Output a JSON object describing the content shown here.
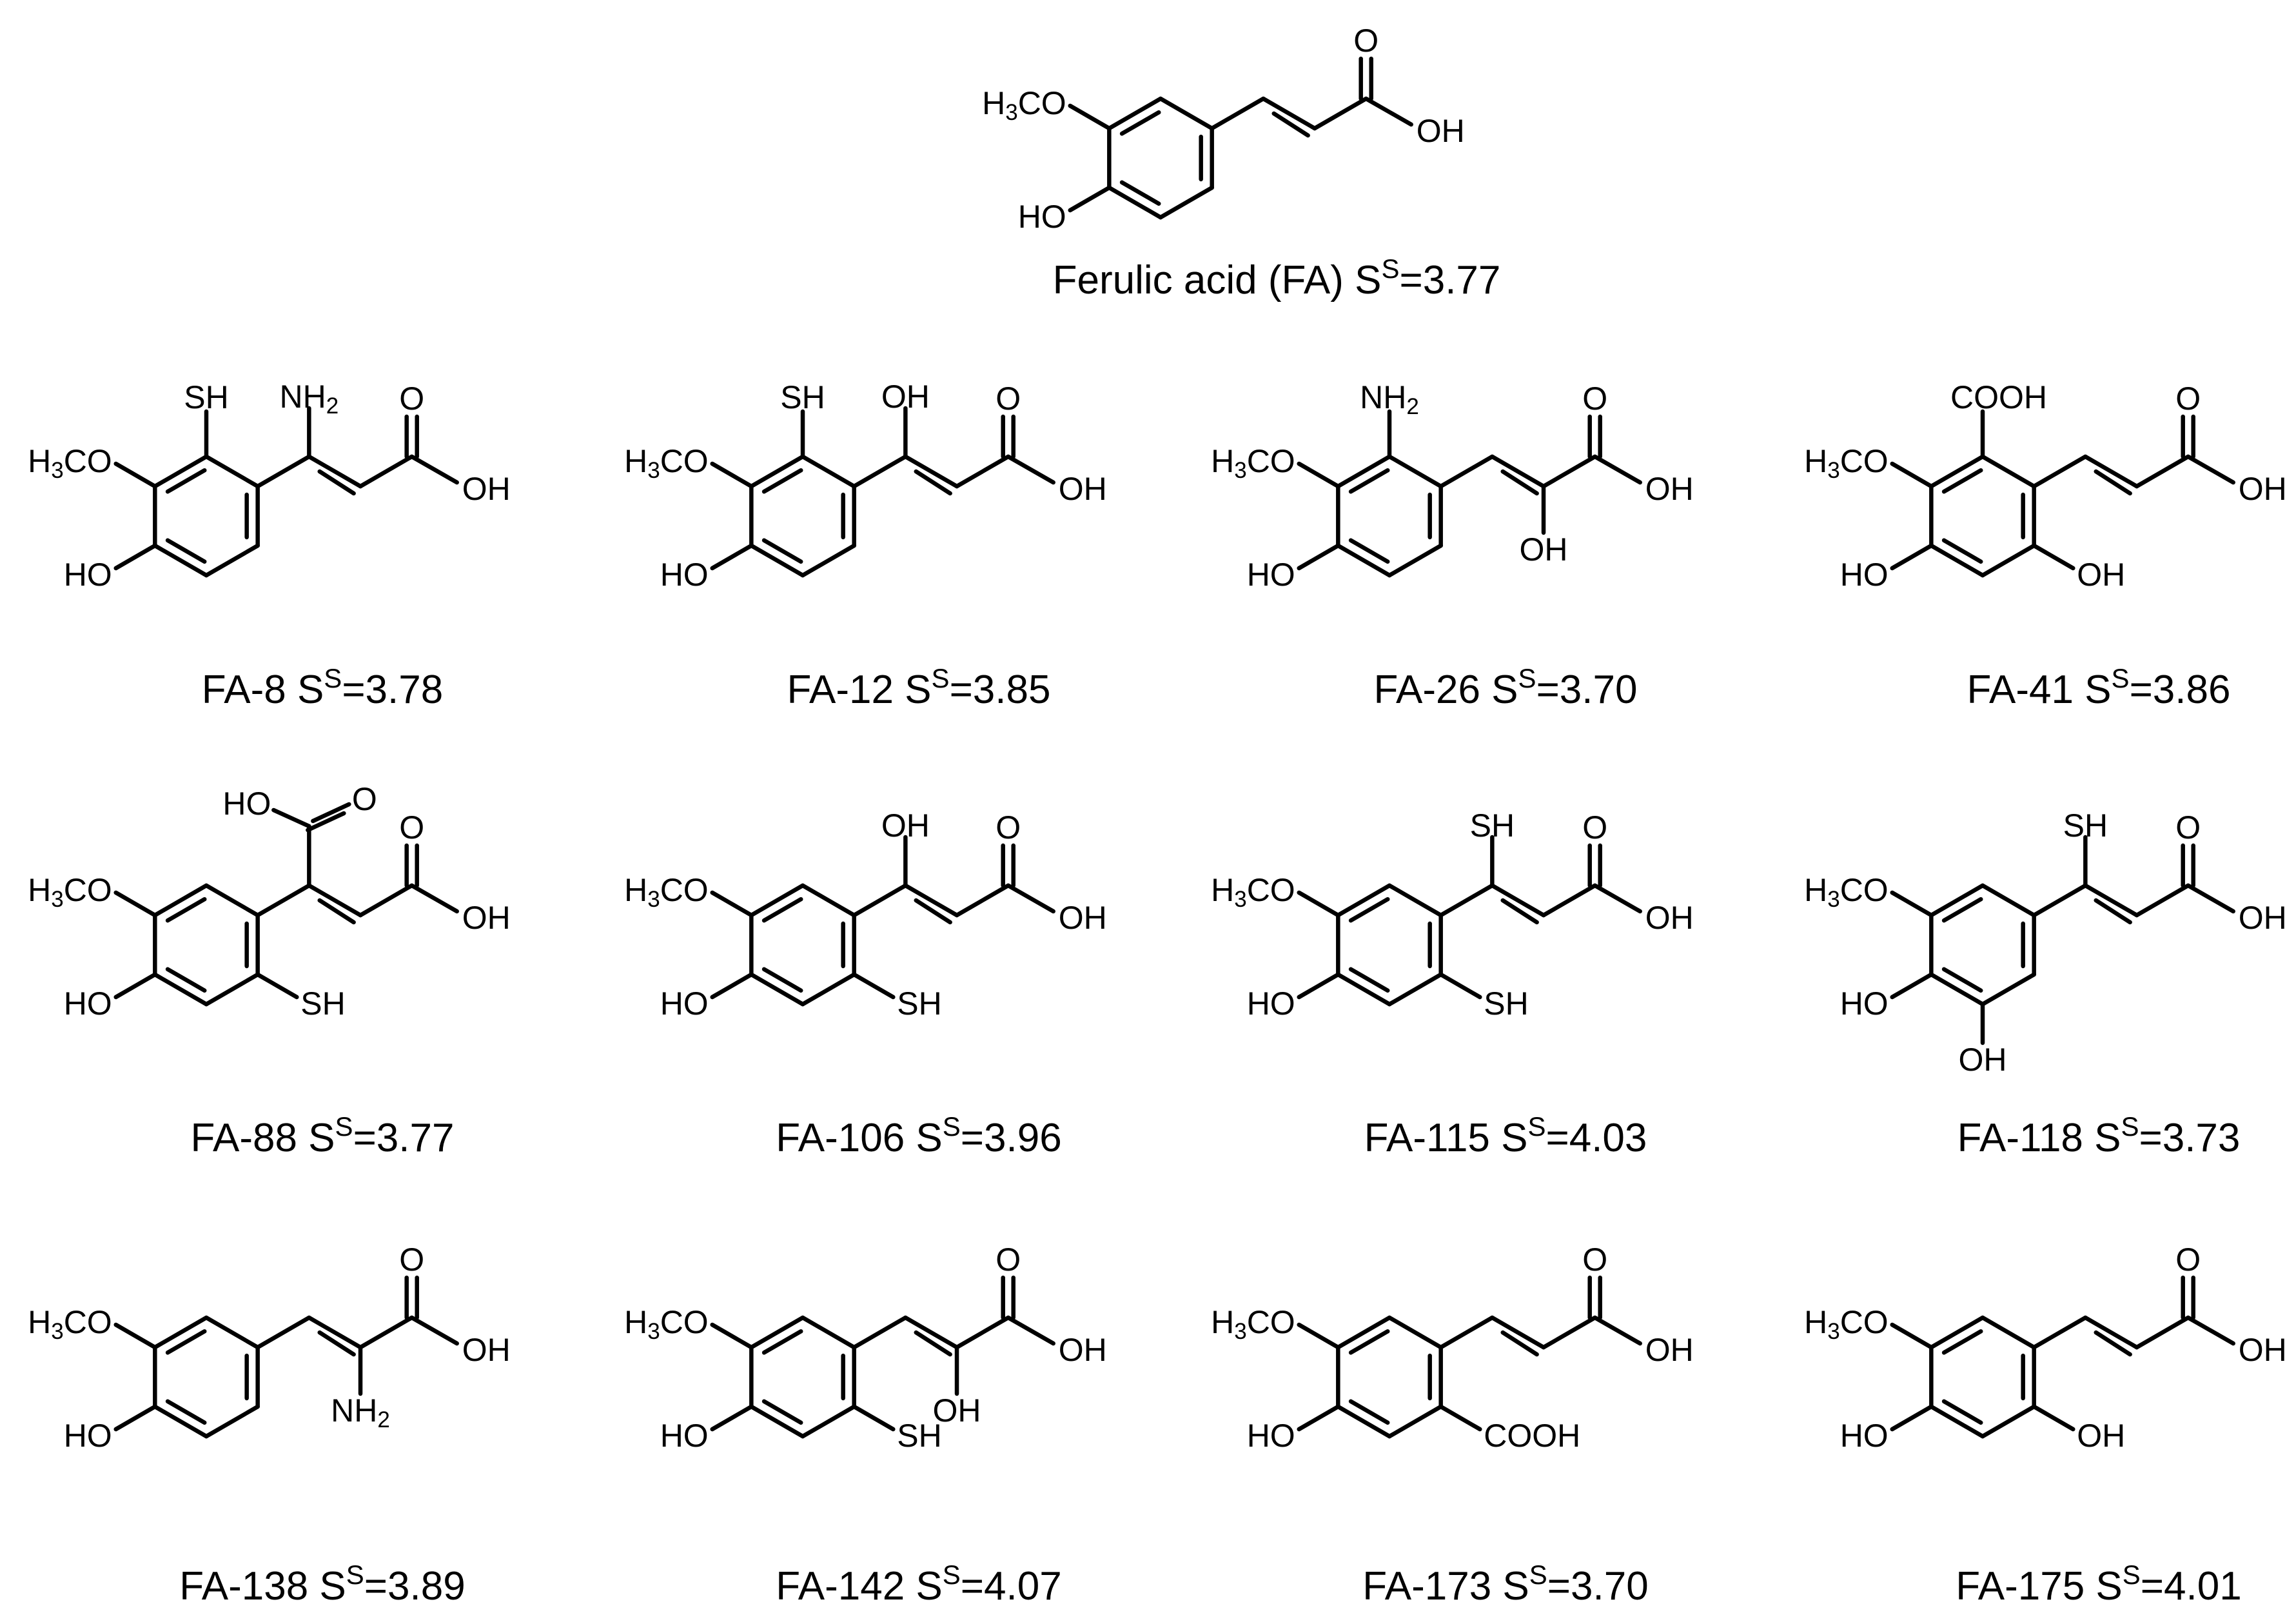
{
  "molecules": [
    {
      "name": "Ferulic acid (FA)",
      "value": "3.77",
      "subs": {
        "p3": "H₃CO",
        "p4": "HO",
        "acid_oh": "OH",
        "acid_o": "O"
      }
    },
    {
      "name": "FA-8",
      "value": "3.78",
      "subs": {
        "p2": "SH",
        "p3": "H₃CO",
        "p4": "HO",
        "beta": "NH₂",
        "acid_oh": "OH",
        "acid_o": "O"
      }
    },
    {
      "name": "FA-12",
      "value": "3.85",
      "subs": {
        "p2": "SH",
        "p3": "H₃CO",
        "p4": "HO",
        "beta": "OH",
        "acid_oh": "OH",
        "acid_o": "O"
      }
    },
    {
      "name": "FA-26",
      "value": "3.70",
      "subs": {
        "p2": "NH₂",
        "p3": "H₃CO",
        "p4": "HO",
        "alpha": "OH",
        "acid_oh": "OH",
        "acid_o": "O"
      }
    },
    {
      "name": "FA-41",
      "value": "3.86",
      "subs": {
        "p2": "COOH",
        "p3": "H₃CO",
        "p4": "HO",
        "p6": "OH",
        "acid_oh": "OH",
        "acid_o": "O"
      }
    },
    {
      "name": "FA-88",
      "value": "3.77",
      "subs": {
        "p5": "H₃CO",
        "p4": "HO",
        "p2": "SH",
        "beta_cooh_oh": "HO",
        "beta_cooh_o": "O",
        "acid_oh": "OH",
        "acid_o": "O"
      }
    },
    {
      "name": "FA-106",
      "value": "3.96",
      "subs": {
        "p5": "H₃CO",
        "p4": "HO",
        "p2": "SH",
        "beta": "OH",
        "acid_oh": "OH",
        "acid_o": "O"
      }
    },
    {
      "name": "FA-115",
      "value": "4.03",
      "subs": {
        "p5": "H₃CO",
        "p4": "HO",
        "p2": "SH",
        "beta": "SH",
        "acid_oh": "OH",
        "acid_o": "O"
      }
    },
    {
      "name": "FA-118",
      "value": "3.73",
      "subs": {
        "p3": "H₃CO",
        "p4": "HO",
        "p5": "OH",
        "beta": "SH",
        "acid_oh": "OH",
        "acid_o": "O"
      }
    },
    {
      "name": "FA-138",
      "value": "3.89",
      "subs": {
        "p3": "H₃CO",
        "p4": "HO",
        "alpha": "NH₂",
        "acid_oh": "OH",
        "acid_o": "O"
      }
    },
    {
      "name": "FA-142",
      "value": "4.07",
      "subs": {
        "p5": "H₃CO",
        "p4": "HO",
        "p2": "SH",
        "alpha": "OH",
        "acid_oh": "OH",
        "acid_o": "O"
      }
    },
    {
      "name": "FA-173",
      "value": "3.70",
      "subs": {
        "p5": "H₃CO",
        "p4": "HO",
        "p2": "COOH",
        "acid_oh": "OH",
        "acid_o": "O"
      }
    },
    {
      "name": "FA-175",
      "value": "4.01",
      "subs": {
        "p5": "H₃CO",
        "p4": "HO",
        "p2": "OH",
        "acid_oh": "OH",
        "acid_o": "O"
      }
    }
  ],
  "score_symbol": "S",
  "score_superscript": "S"
}
